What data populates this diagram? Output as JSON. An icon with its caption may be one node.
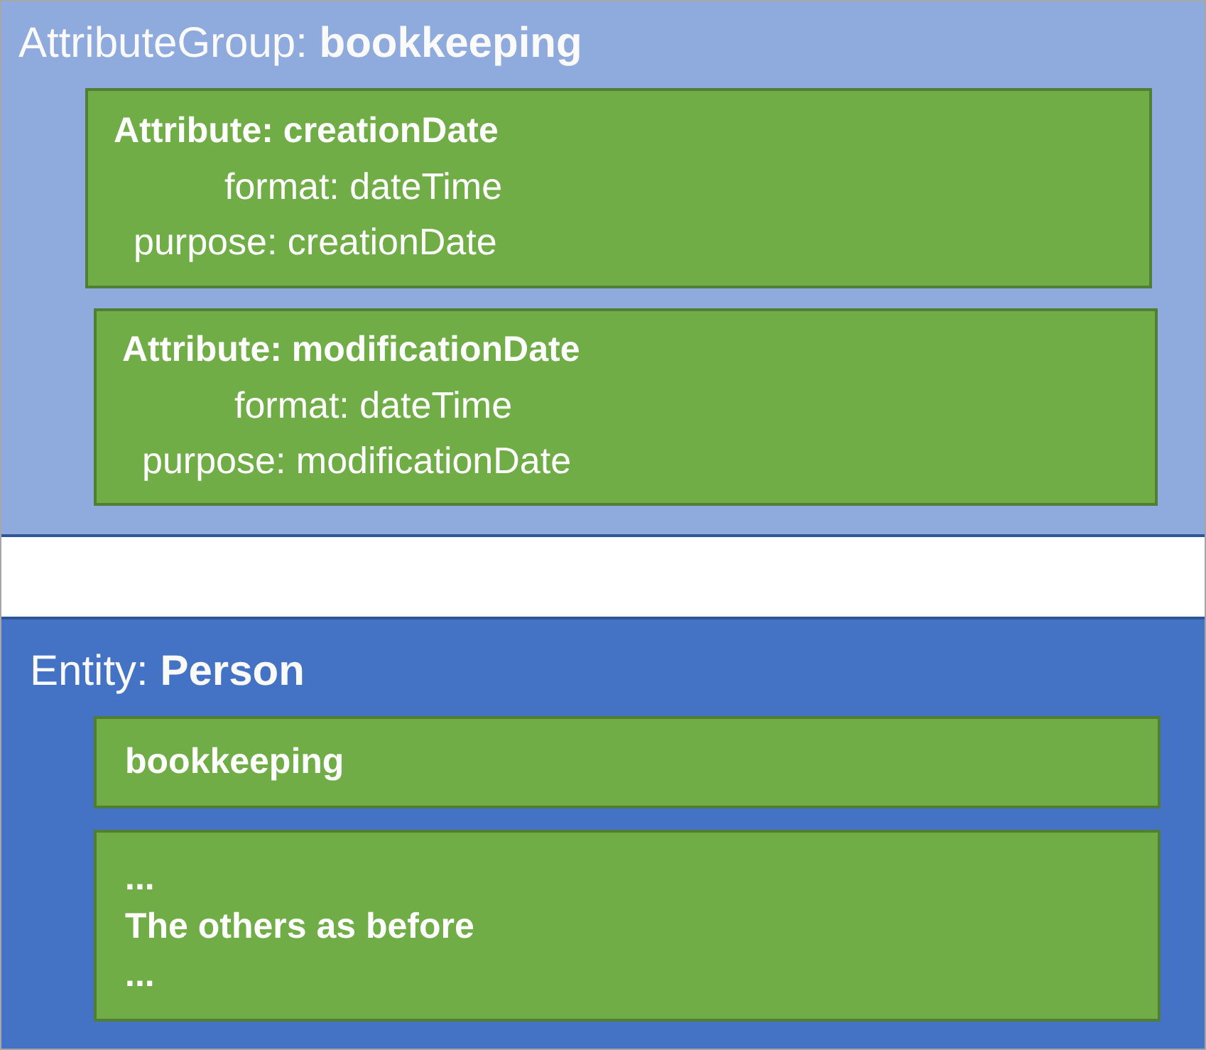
{
  "diagram": {
    "nodes": [
      {
        "text": [
          "AttributeGroup: **bookkeeping**"
        ]
      },
      {
        "text": [
          "Attribute: creationDate",
          "format: dateTime",
          "purpose: creationDate"
        ],
        "in": 0
      },
      {
        "text": [
          "Attribute: modificationDate",
          "format: dateTime",
          "purpose: modificationDate"
        ],
        "in": 0
      },
      {
        "text": [
          "Entity: **Person**"
        ]
      },
      {
        "text": [
          "bookkeeping"
        ],
        "in": 3
      },
      {
        "text": [
          "...",
          "The others as before",
          "..."
        ],
        "in": 3
      }
    ]
  }
}
